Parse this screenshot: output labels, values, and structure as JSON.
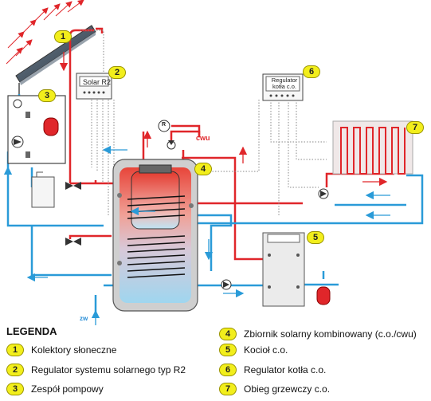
{
  "diagram": {
    "controller_solar": "Solar R2",
    "controller_boiler": "Regulator\nkotła c.o.",
    "label_hot_water": "cwu",
    "label_cold_water": "zw",
    "label_r": "R"
  },
  "legend": {
    "title": "LEGENDA",
    "items": [
      {
        "num": "1",
        "text": "Kolektory słoneczne"
      },
      {
        "num": "2",
        "text": "Regulator systemu solarnego typ R2"
      },
      {
        "num": "3",
        "text": "Zespół pompowy"
      },
      {
        "num": "4",
        "text": "Zbiornik solarny kombinowany (c.o./cwu)"
      },
      {
        "num": "5",
        "text": "Kocioł c.o."
      },
      {
        "num": "6",
        "text": "Regulator kotła c.o."
      },
      {
        "num": "7",
        "text": "Obieg grzewczy c.o."
      }
    ]
  },
  "colors": {
    "hot": "#e0262a",
    "cold": "#2a9bd8",
    "badge": "#f2ee1c"
  }
}
